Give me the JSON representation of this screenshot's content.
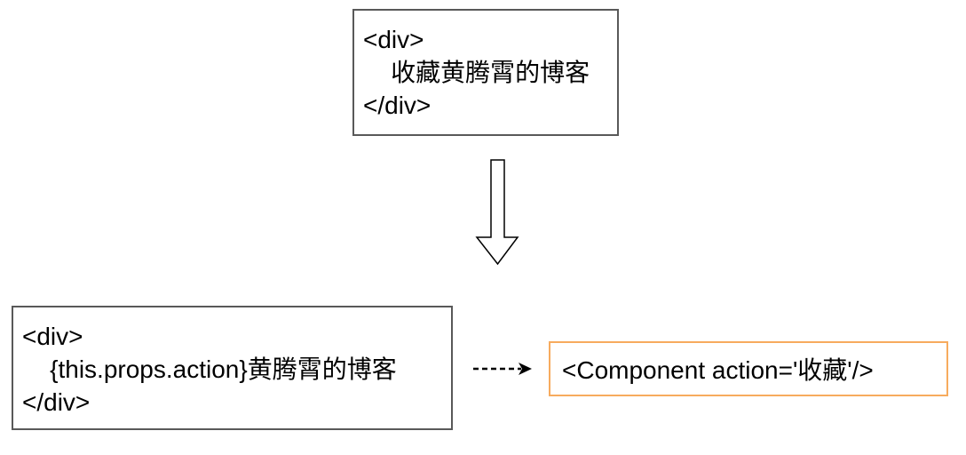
{
  "diagram": {
    "top_box": {
      "lines": [
        "<div>",
        "    收藏黄腾霄的博客",
        "</div>"
      ]
    },
    "bottom_left_box": {
      "lines": [
        "<div>",
        "    {this.props.action}黄腾霄的博客",
        "</div>"
      ]
    },
    "component_box": {
      "text": "<Component action='收藏'/>"
    },
    "colors": {
      "box_border": "#595959",
      "component_border": "#f7ab5e",
      "arrow_outline": "#000000",
      "text": "#000000"
    }
  }
}
